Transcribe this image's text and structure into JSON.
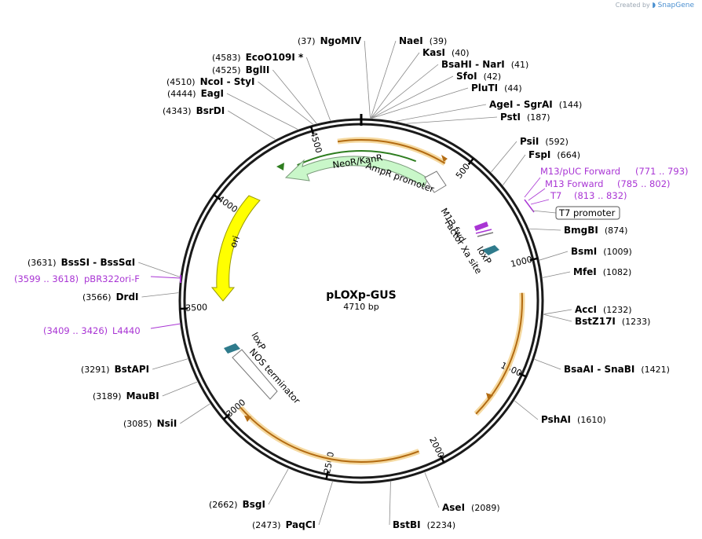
{
  "brand": {
    "created_by": "Created by",
    "product": "SnapGene"
  },
  "plasmid": {
    "name": "pLOXp-GUS",
    "length": "4710 bp",
    "length_bp": 4710
  },
  "ticks": [
    {
      "bp": 500,
      "label": "500"
    },
    {
      "bp": 1000,
      "label": "1000"
    },
    {
      "bp": 1500,
      "label": "1500"
    },
    {
      "bp": 2000,
      "label": "2000"
    },
    {
      "bp": 2500,
      "label": "2500"
    },
    {
      "bp": 3000,
      "label": "3000"
    },
    {
      "bp": 3500,
      "label": "3500"
    },
    {
      "bp": 4000,
      "label": "4000"
    },
    {
      "bp": 4500,
      "label": "4500"
    }
  ],
  "sites": [
    {
      "name": "NgoMIV",
      "pos": "(37)",
      "bp": 37
    },
    {
      "name": "NaeI",
      "pos": "(39)",
      "bp": 39
    },
    {
      "name": "KasI",
      "pos": "(40)",
      "bp": 40
    },
    {
      "name": "BsaHI  - NarI",
      "pos": "(41)",
      "bp": 41
    },
    {
      "name": "SfoI",
      "pos": "(42)",
      "bp": 42
    },
    {
      "name": "PluTI",
      "pos": "(44)",
      "bp": 44
    },
    {
      "name": "AgeI  - SgrAI",
      "pos": "(144)",
      "bp": 144
    },
    {
      "name": "PstI",
      "pos": "(187)",
      "bp": 187
    },
    {
      "name": "PsiI",
      "pos": "(592)",
      "bp": 592
    },
    {
      "name": "FspI",
      "pos": "(664)",
      "bp": 664
    },
    {
      "name": "BmgBI",
      "pos": "(874)",
      "bp": 874
    },
    {
      "name": "BsmI",
      "pos": "(1009)",
      "bp": 1009
    },
    {
      "name": "MfeI",
      "pos": "(1082)",
      "bp": 1082
    },
    {
      "name": "AccI",
      "pos": "(1232)",
      "bp": 1232
    },
    {
      "name": "BstZ17I",
      "pos": "(1233)",
      "bp": 1233
    },
    {
      "name": "BsaAI  - SnaBI",
      "pos": "(1421)",
      "bp": 1421
    },
    {
      "name": "PshAI",
      "pos": "(1610)",
      "bp": 1610
    },
    {
      "name": "AseI",
      "pos": "(2089)",
      "bp": 2089
    },
    {
      "name": "BstBI",
      "pos": "(2234)",
      "bp": 2234
    },
    {
      "name": "PaqCI",
      "pos": "(2473)",
      "bp": 2473
    },
    {
      "name": "BsgI",
      "pos": "(2662)",
      "bp": 2662
    },
    {
      "name": "NsiI",
      "pos": "(3085)",
      "bp": 3085
    },
    {
      "name": "MauBI",
      "pos": "(3189)",
      "bp": 3189
    },
    {
      "name": "BstAPI",
      "pos": "(3291)",
      "bp": 3291
    },
    {
      "name": "DrdI",
      "pos": "(3566)",
      "bp": 3566
    },
    {
      "name": "BssSI  - BssSαI",
      "pos": "(3631)",
      "bp": 3631
    },
    {
      "name": "BsrDI",
      "pos": "(4343)",
      "bp": 4343
    },
    {
      "name": "EagI",
      "pos": "(4444)",
      "bp": 4444
    },
    {
      "name": "NcoI  - StyI",
      "pos": "(4510)",
      "bp": 4510
    },
    {
      "name": "BglII",
      "pos": "(4525)",
      "bp": 4525
    },
    {
      "name": "EcoO109I *",
      "pos": "(4583)",
      "bp": 4583
    }
  ],
  "primers": [
    {
      "name": "M13/pUC Forward",
      "range": "(771 .. 793)"
    },
    {
      "name": "M13 Forward",
      "range": "(785 .. 802)"
    },
    {
      "name": "T7",
      "range": "(813 .. 832)"
    },
    {
      "name": "pBR322ori-F",
      "range": "(3599 .. 3618)"
    },
    {
      "name": "L4440",
      "range": "(3409 .. 3426)"
    }
  ],
  "features": {
    "neor": "NeoR/KanR",
    "ampr_promoter": "AmpR promoter",
    "m13_fwd": "M13 fwd",
    "factor_xa": "Factor Xa site",
    "loxp_1": "loxP",
    "t7_promoter": "T7 promoter",
    "ori": "ori",
    "loxp_2": "loxP",
    "nos_terminator": "NOS terminator"
  },
  "colors": {
    "backbone": "#1a1a1a",
    "orf_arrow": "#b36b12",
    "orf_glow": "#f5d9a0",
    "neor_fill": "#c9f7c9",
    "neor_arc": "#2e7d1f",
    "ori_fill": "#ffff00",
    "loxp_fill": "#2f7b8c",
    "primer": "#a935d4",
    "leader": "#888888"
  }
}
